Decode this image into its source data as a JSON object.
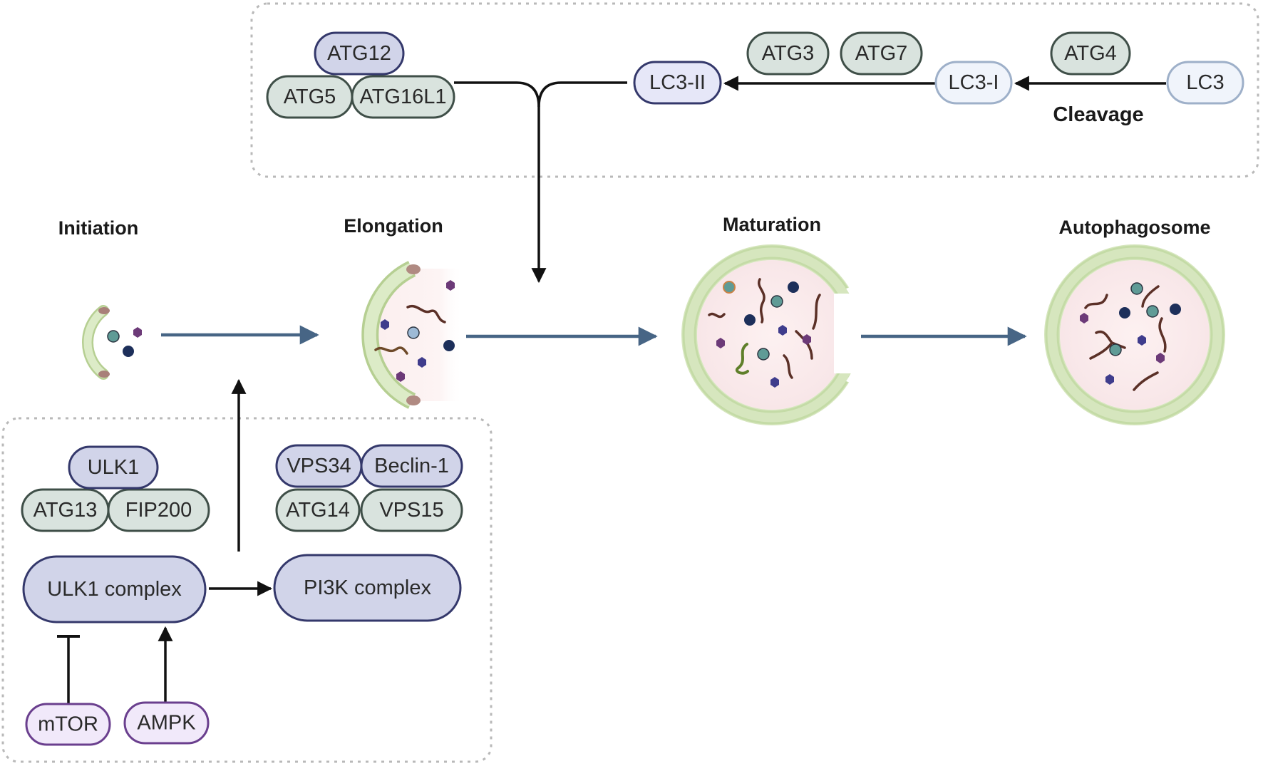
{
  "lc3_conjugation": {
    "atg12": "ATG12",
    "atg5": "ATG5",
    "atg16l1": "ATG16L1",
    "lc3_ii": "LC3-II",
    "atg3": "ATG3",
    "atg7": "ATG7",
    "lc3_i": "LC3-I",
    "atg4": "ATG4",
    "lc3": "LC3",
    "cleavage": "Cleavage"
  },
  "stages": {
    "initiation": "Initiation",
    "elongation": "Elongation",
    "maturation": "Maturation",
    "autophagosome": "Autophagosome"
  },
  "initiation_complex": {
    "ulk1": "ULK1",
    "atg13": "ATG13",
    "fip200": "FIP200",
    "vps34": "VPS34",
    "beclin1": "Beclin-1",
    "atg14": "ATG14",
    "vps15": "VPS15",
    "ulk1_complex": "ULK1 complex",
    "pi3k_complex": "PI3K complex",
    "mtor": "mTOR",
    "ampk": "AMPK"
  },
  "colors": {
    "blue_purple_fill": "#d1d4e9",
    "blue_purple_stroke": "#34386b",
    "grey_green_fill": "#d9e3de",
    "grey_green_stroke": "#3f4f48",
    "pale_blue_fill": "#f0f4fb",
    "pale_blue_stroke": "#9eb0c9",
    "lavender_fill": "#f1e9fa",
    "lavender_stroke": "#6a3f8e",
    "process_arrow": "#476585",
    "membrane_green": "#d6e6be",
    "lumen_pink": "#fbeeee",
    "cargo_brown": "#5b3027"
  }
}
